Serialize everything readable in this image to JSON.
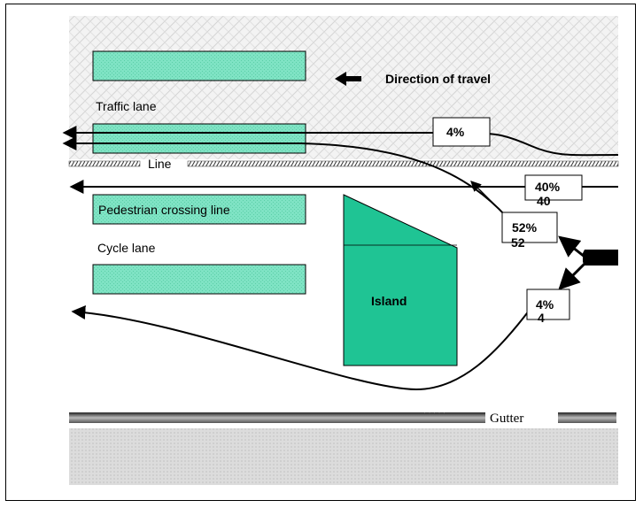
{
  "labels": {
    "direction": "Direction of travel",
    "traffic_lane": "Traffic lane",
    "line": "Line",
    "pedestrian_crossing": "Pedestrian crossing line",
    "cycle_lane": "Cycle lane",
    "island": "Island",
    "gutter": "Gutter"
  },
  "percentages": {
    "top_lane": "4%",
    "straight": "40%",
    "middle": "52%",
    "bottom": "4%"
  },
  "overflow_text": {
    "straight": "40",
    "middle": "52",
    "bottom": "4"
  },
  "colors": {
    "green_box": "#7fe3c4",
    "island": "#1fc494",
    "road_hatch": "#e6e6e6",
    "curb_dark": "#555555"
  }
}
